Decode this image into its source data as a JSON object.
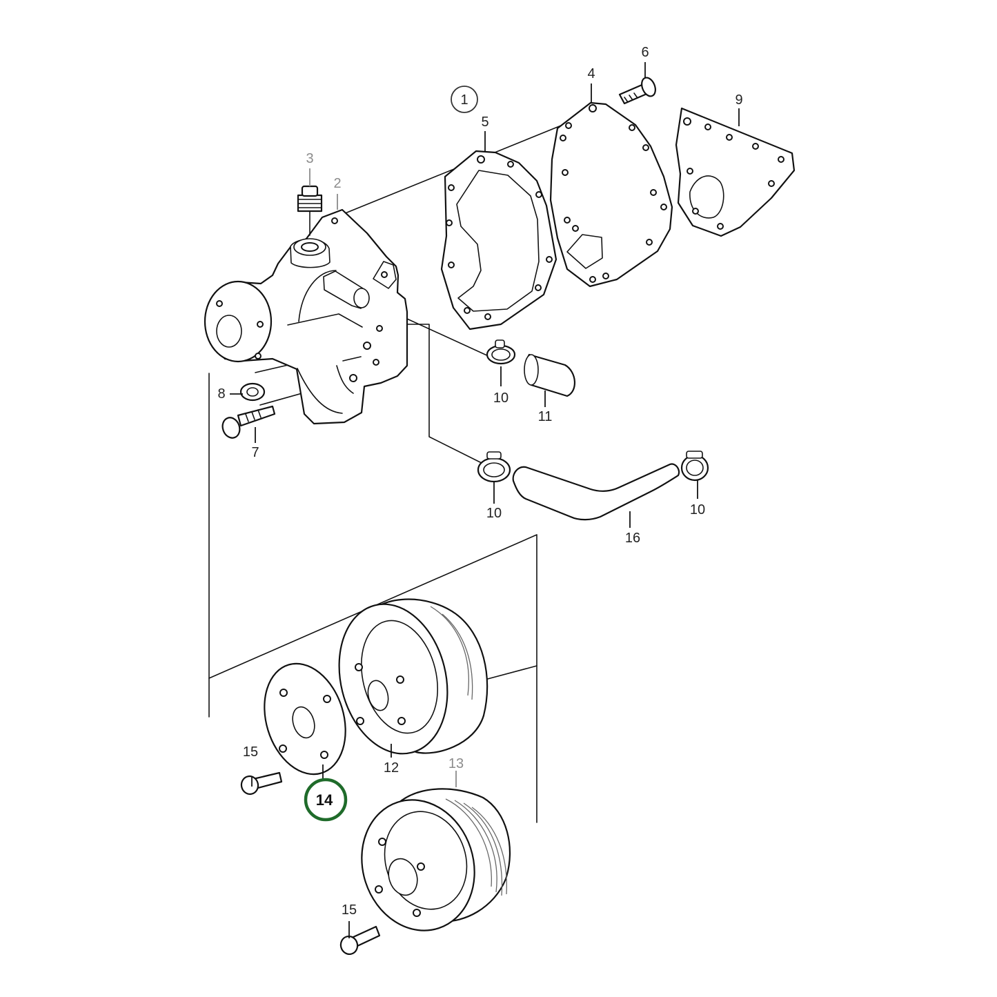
{
  "diagram": {
    "assembly_number": "1",
    "callouts": [
      {
        "id": "2",
        "label": "2",
        "muted": true
      },
      {
        "id": "3",
        "label": "3",
        "muted": true
      },
      {
        "id": "4",
        "label": "4"
      },
      {
        "id": "5",
        "label": "5"
      },
      {
        "id": "6",
        "label": "6"
      },
      {
        "id": "7",
        "label": "7"
      },
      {
        "id": "8",
        "label": "8"
      },
      {
        "id": "9",
        "label": "9"
      },
      {
        "id": "10a",
        "label": "10"
      },
      {
        "id": "10b",
        "label": "10"
      },
      {
        "id": "10c",
        "label": "10"
      },
      {
        "id": "11",
        "label": "11"
      },
      {
        "id": "12",
        "label": "12"
      },
      {
        "id": "13",
        "label": "13",
        "muted": true
      },
      {
        "id": "14",
        "label": "14",
        "selected": true
      },
      {
        "id": "15a",
        "label": "15"
      },
      {
        "id": "15b",
        "label": "15"
      },
      {
        "id": "16",
        "label": "16"
      }
    ],
    "selected_color": "#1f6b2a"
  }
}
